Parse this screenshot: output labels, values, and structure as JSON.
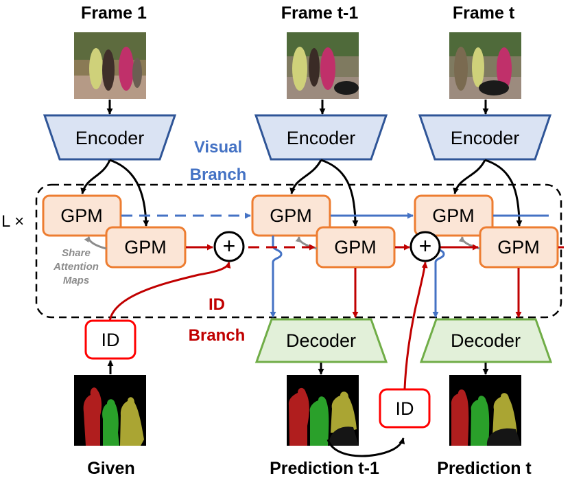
{
  "frames": {
    "frame1": "Frame 1",
    "frame_prev": "Frame t-1",
    "frame_t": "Frame t"
  },
  "modules": {
    "encoder": "Encoder",
    "decoder": "Decoder",
    "gpm": "GPM",
    "id": "ID",
    "add_symbol": "+"
  },
  "labels": {
    "visual_branch_line1": "Visual",
    "visual_branch_line2": "Branch",
    "id_branch_line1": "ID",
    "id_branch_line2": "Branch",
    "layers": "L ×",
    "share_line1": "Share",
    "share_line2": "Attention",
    "share_line3": "Maps"
  },
  "bottom_labels": {
    "given": "Given",
    "pred_prev": "Prediction t-1",
    "pred_t": "Prediction t"
  },
  "colors": {
    "encoder_fill": "#dae3f3",
    "encoder_stroke": "#2f5597",
    "gpm_fill": "#fbe5d6",
    "gpm_stroke": "#ed7d31",
    "decoder_fill": "#e2f0d9",
    "decoder_stroke": "#70ad47",
    "id_stroke": "#ff0000",
    "visual_blue": "#4472c4",
    "id_red": "#c00000",
    "share_gray": "#8c8c8c"
  }
}
